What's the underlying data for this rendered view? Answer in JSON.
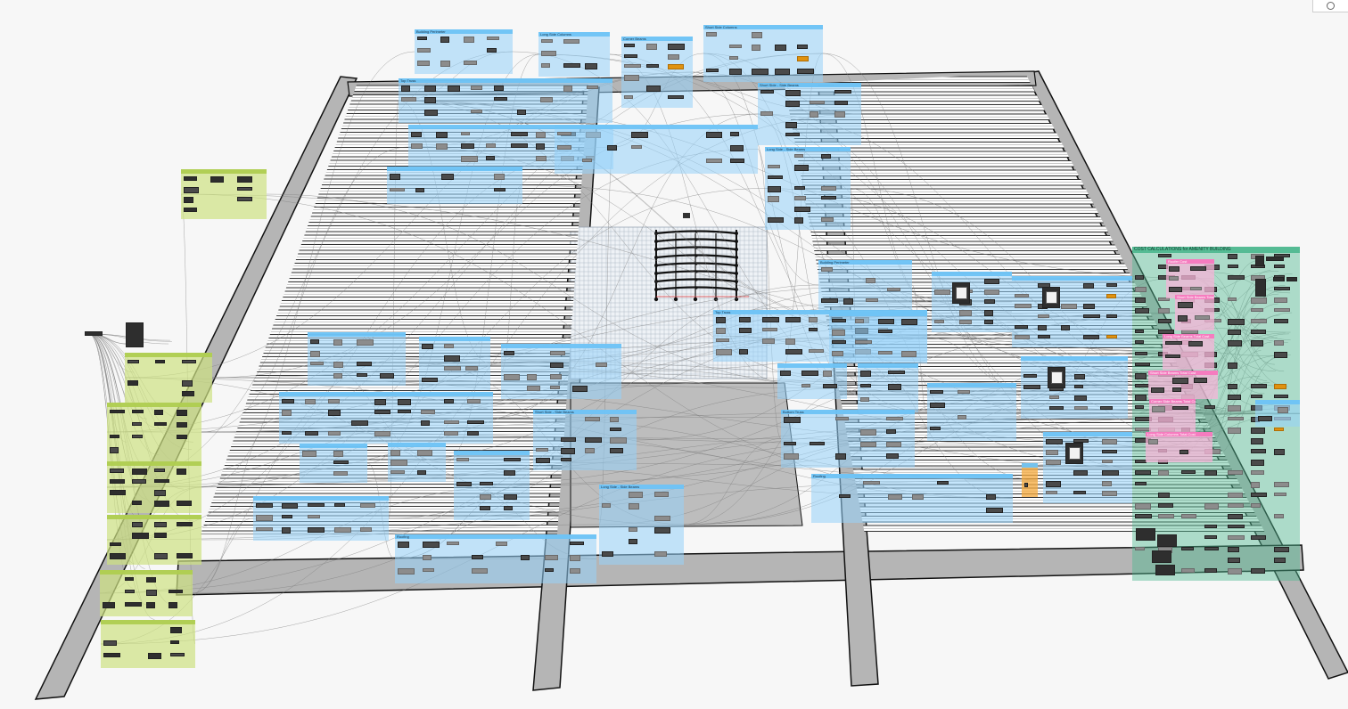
{
  "app": {
    "canvas_label": "Visual programming workspace with 3D building model preview"
  },
  "groups": [
    {
      "title": "Building Perimeter",
      "color": "blue"
    },
    {
      "title": "Long Side Columns",
      "color": "blue"
    },
    {
      "title": "Corner Beams",
      "color": "blue"
    },
    {
      "title": "Short Side Columns",
      "color": "blue"
    },
    {
      "title": "Top Truss",
      "color": "blue"
    },
    {
      "title": "Short Side - Side Beams",
      "color": "blue"
    },
    {
      "title": "Long Side - Side Beams",
      "color": "blue"
    },
    {
      "title": "Building Perimeter",
      "color": "blue"
    },
    {
      "title": "Top Truss",
      "color": "blue"
    },
    {
      "title": "Bottom Truss",
      "color": "blue"
    },
    {
      "title": "Short Side - Side Beams",
      "color": "blue"
    },
    {
      "title": "Long Side - Side Beams",
      "color": "blue"
    },
    {
      "title": "Roofing",
      "color": "blue"
    },
    {
      "title": "Roofing",
      "color": "blue"
    },
    {
      "title": "COST CALCULATIONS for AMENITY BUILDING",
      "color": "teal"
    },
    {
      "title": "Roofer Cost",
      "color": "pink"
    },
    {
      "title": "Short Side Beams Total Cost",
      "color": "pink"
    },
    {
      "title": "Long Side Beams Total Cost",
      "color": "pink"
    },
    {
      "title": "Short Side Beams Total Cost",
      "color": "pink"
    },
    {
      "title": "Corner Side Beams Total Cost",
      "color": "pink"
    },
    {
      "title": "Long Side Columns Total Cost",
      "color": "pink"
    }
  ],
  "colors": {
    "canvas_background": "#f7f7f7",
    "blue_group": "#96d2fa",
    "green_group": "#cde182",
    "pink_group": "#f5b4d7",
    "teal_group": "#50b991",
    "node_dark": "#4a4a4a",
    "node_grey": "#8c8c8c",
    "node_orange": "#e0920f",
    "structure_grey": "#b5b5b5"
  },
  "toolbar": {
    "corner_icon": "magnifier-icon"
  }
}
